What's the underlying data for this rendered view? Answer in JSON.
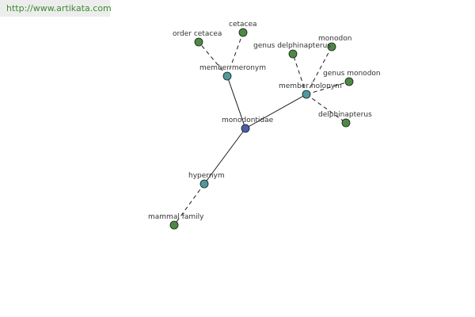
{
  "header": {
    "url": "http://www.artikata.com"
  },
  "graph": {
    "nodes": [
      {
        "id": "monodontidae",
        "label": "monodontidae",
        "kind": "center"
      },
      {
        "id": "member_meronym",
        "label": "member meronym",
        "kind": "relation"
      },
      {
        "id": "member_holonym",
        "label": "member holonym",
        "kind": "relation"
      },
      {
        "id": "hypernym",
        "label": "hypernym",
        "kind": "relation"
      },
      {
        "id": "order_cetacea",
        "label": "order cetacea",
        "kind": "term"
      },
      {
        "id": "cetacea",
        "label": "cetacea",
        "kind": "term"
      },
      {
        "id": "genus_delphinapterus",
        "label": "genus delphinapterus",
        "kind": "term"
      },
      {
        "id": "monodon",
        "label": "monodon",
        "kind": "term"
      },
      {
        "id": "genus_monodon",
        "label": "genus monodon",
        "kind": "term"
      },
      {
        "id": "delphinapterus",
        "label": "delphinapterus",
        "kind": "term"
      },
      {
        "id": "mammal_family",
        "label": "mammal family",
        "kind": "term"
      }
    ],
    "edges": [
      {
        "from": "monodontidae",
        "to": "member_meronym",
        "style": "solid"
      },
      {
        "from": "monodontidae",
        "to": "member_holonym",
        "style": "solid"
      },
      {
        "from": "monodontidae",
        "to": "hypernym",
        "style": "solid"
      },
      {
        "from": "member_meronym",
        "to": "order_cetacea",
        "style": "dashed"
      },
      {
        "from": "member_meronym",
        "to": "cetacea",
        "style": "dashed"
      },
      {
        "from": "member_holonym",
        "to": "genus_delphinapterus",
        "style": "dashed"
      },
      {
        "from": "member_holonym",
        "to": "monodon",
        "style": "dashed"
      },
      {
        "from": "member_holonym",
        "to": "genus_monodon",
        "style": "dashed"
      },
      {
        "from": "member_holonym",
        "to": "delphinapterus",
        "style": "dashed"
      },
      {
        "from": "hypernym",
        "to": "mammal_family",
        "style": "dashed"
      }
    ],
    "colors": {
      "center": "#4a5fa8",
      "relation": "#4f9a9a",
      "term": "#4c8a44",
      "stroke": "#1a1a1a",
      "url": "#3c8a2e"
    }
  }
}
